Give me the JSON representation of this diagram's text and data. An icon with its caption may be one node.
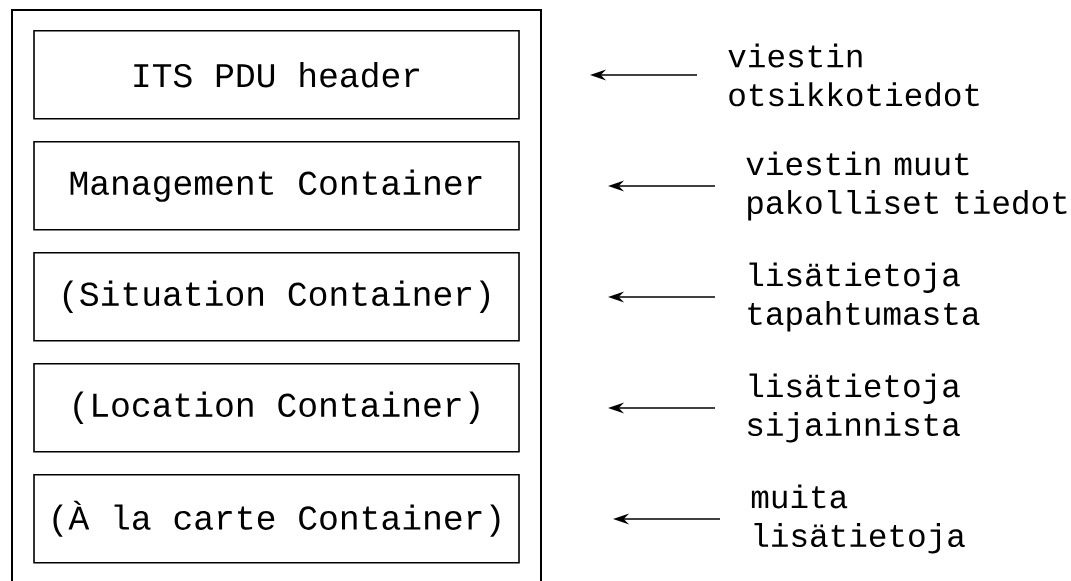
{
  "diagram": {
    "nodes": [
      {
        "text": [],
        "shape": "box"
      },
      {
        "text": [
          "ITS PDU header"
        ],
        "in": 0
      },
      {
        "text": [
          "Management Container"
        ],
        "in": 0
      },
      {
        "text": [
          "(Situation Container)"
        ],
        "in": 0
      },
      {
        "text": [
          "(Location Container)"
        ],
        "in": 0
      },
      {
        "text": [
          "(À la carte Container)"
        ],
        "in": 0
      },
      {
        "text": [
          "viestin otsikkotiedot"
        ]
      },
      {
        "text": [
          "viestin muut pakolliset tiedot"
        ]
      },
      {
        "text": [
          "lisätietoja tapahtumasta"
        ]
      },
      {
        "text": [
          "lisätietoja sijainnista"
        ]
      },
      {
        "text": [
          "muita lisätietoja"
        ]
      }
    ],
    "edges": [
      {
        "from": 6,
        "to": null,
        "arrow": "to"
      },
      {
        "from": 7,
        "to": null,
        "arrow": "to"
      },
      {
        "from": 8,
        "to": null,
        "arrow": "to"
      },
      {
        "from": 9,
        "to": null,
        "arrow": "to"
      },
      {
        "from": 10,
        "to": null,
        "arrow": "to"
      }
    ]
  }
}
